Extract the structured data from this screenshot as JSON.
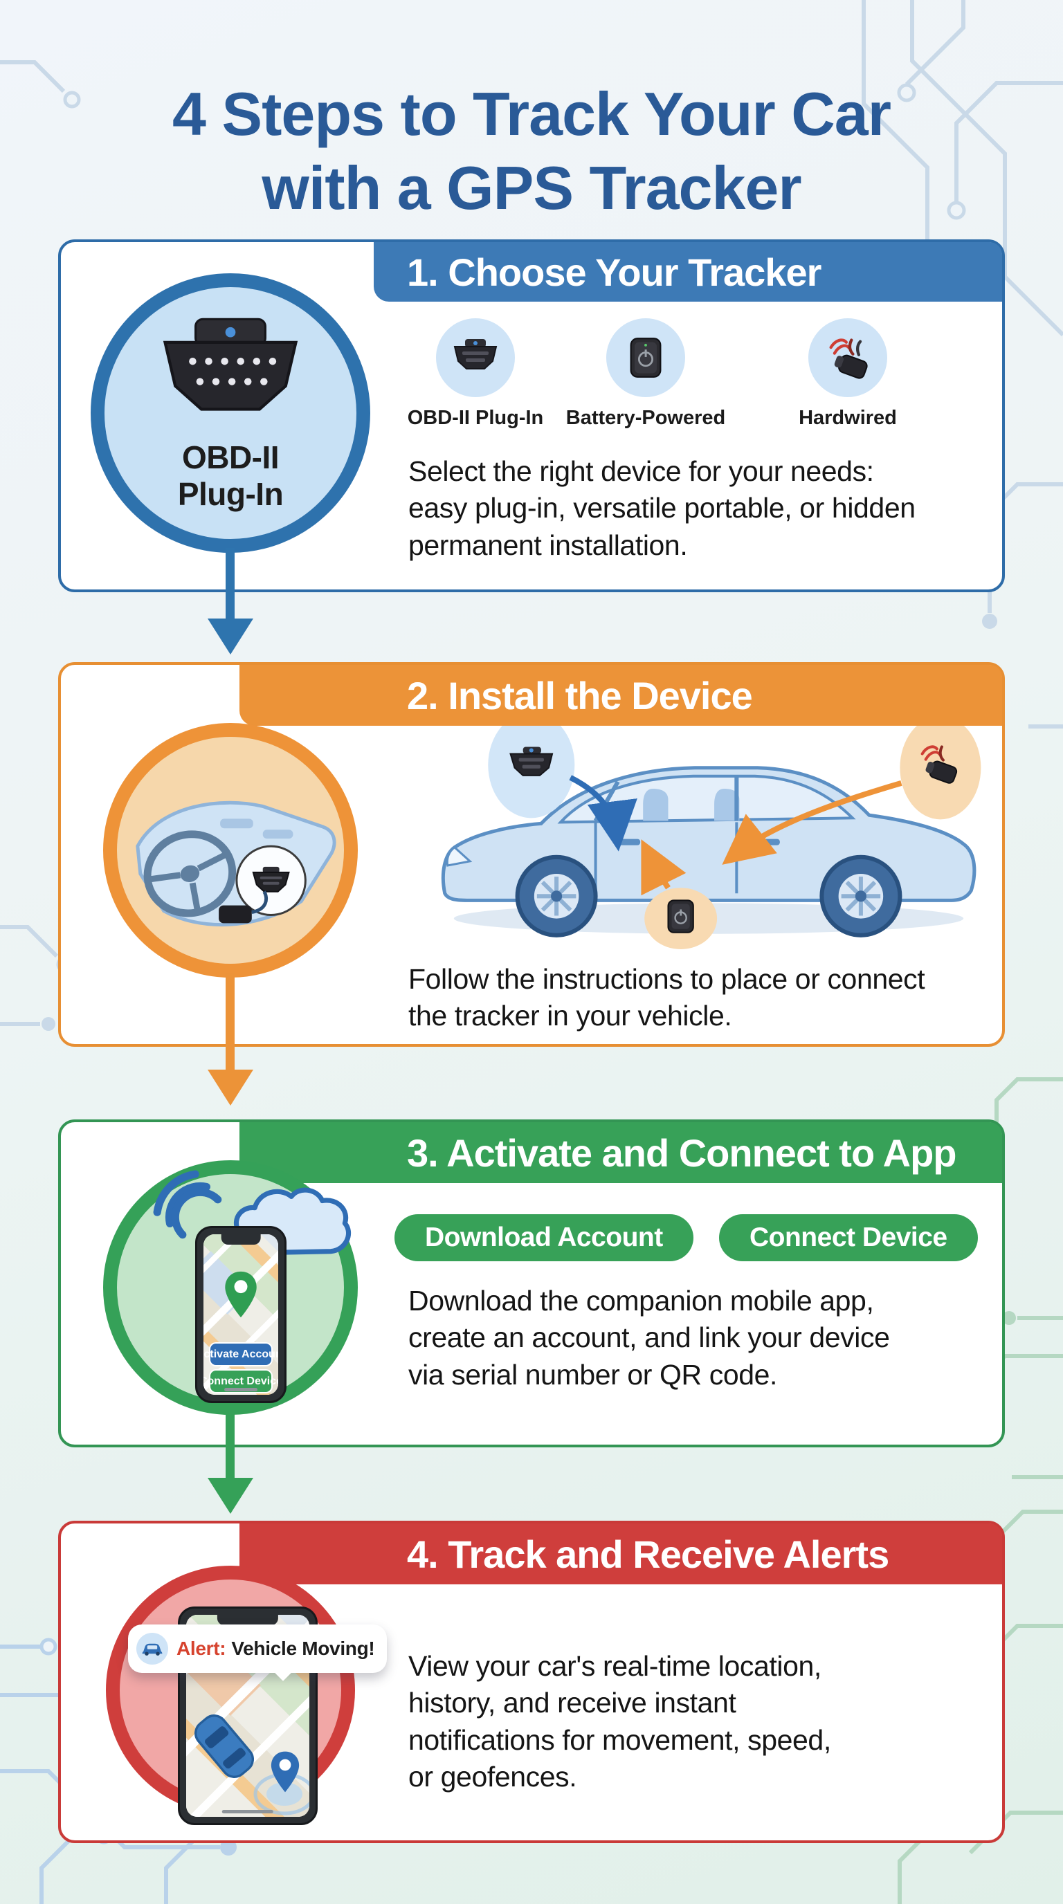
{
  "title": "4 Steps to Track Your Car\nwith a GPS Tracker",
  "colors": {
    "title": "#2a5a97",
    "step1_accent": "#3d7ab6",
    "step2_accent": "#ec9338",
    "step3_accent": "#37a158",
    "step4_accent": "#cf3e3c"
  },
  "icons": {
    "step1_badge": "obd-plug-icon",
    "step1_options": [
      "obd-plug-icon",
      "battery-tracker-icon",
      "hardwired-tracker-icon"
    ],
    "step2_badge": "dashboard-install-icon",
    "step2_scene": [
      "car-side-illustration",
      "obd-plug-icon",
      "hardwired-tracker-icon",
      "battery-tracker-icon"
    ],
    "step3_badge": [
      "smartphone-map-icon",
      "cloud-icon",
      "wifi-icon",
      "map-pin-icon"
    ],
    "step4_badge": [
      "smartphone-map-icon",
      "car-top-icon",
      "map-pin-icon",
      "car-alert-icon"
    ]
  },
  "steps": [
    {
      "heading": "1. Choose Your Tracker"
    },
    {
      "heading": "2. Install the Device"
    },
    {
      "heading": "3. Activate and Connect to App"
    },
    {
      "heading": "4. Track and Receive Alerts"
    }
  ],
  "step1": {
    "badge_label": "OBD-II\nPlug-In",
    "options": [
      {
        "label": "OBD-II Plug-In"
      },
      {
        "label": "Battery-Powered"
      },
      {
        "label": "Hardwired"
      }
    ],
    "description": "Select the right device for your needs:\neasy plug-in, versatile portable, or hidden\npermanent installation."
  },
  "step2": {
    "description": "Follow the instructions to place or connect\nthe tracker in your vehicle."
  },
  "step3": {
    "action_buttons": [
      {
        "label": "Download Account"
      },
      {
        "label": "Connect Device"
      }
    ],
    "phone_buttons": [
      {
        "label": "Activate Account"
      },
      {
        "label": "Connect Device"
      }
    ],
    "description": "Download the companion mobile app,\ncreate an account, and link your device\nvia serial number or QR code."
  },
  "step4": {
    "alert": {
      "prefix": "Alert:",
      "text": "Vehicle Moving!"
    },
    "description": "View your car's real-time location,\nhistory, and receive instant\nnotifications for movement, speed,\nor geofences."
  }
}
